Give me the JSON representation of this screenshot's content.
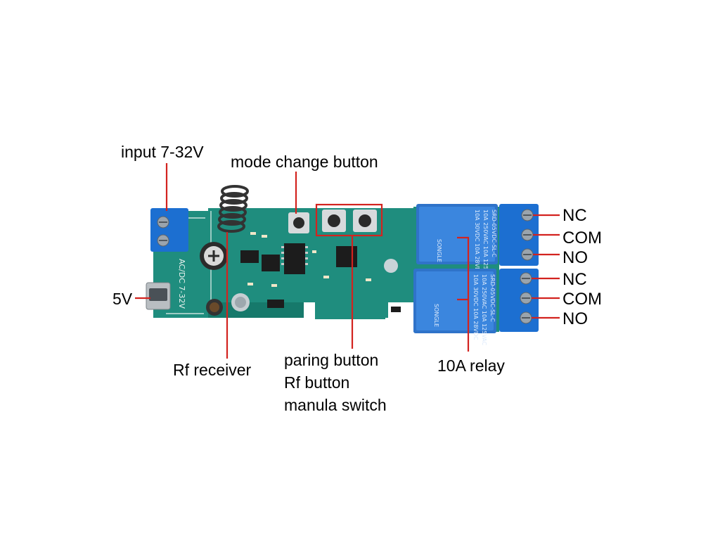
{
  "labels": {
    "input": "input 7-32V",
    "mode_change": "mode change button",
    "five_v": "5V",
    "rf_receiver": "Rf receiver",
    "paring_button": "paring button",
    "rf_button": "Rf button",
    "manual_switch": "manula switch",
    "relay": "10A relay",
    "relay1_nc": "NC",
    "relay1_com": "COM",
    "relay1_no": "NO",
    "relay2_nc": "NC",
    "relay2_com": "COM",
    "relay2_no": "NO"
  },
  "board_text": {
    "acdc": "AC/DC 7-32V",
    "relay_model": "SRD-05VDC-SL-C",
    "relay_rating_1": "10A 250VAC 10A 125VAC",
    "relay_rating_2": "10A 30VDC 10A 28VDC",
    "relay_brand": "SONGLE"
  },
  "colors": {
    "pcb": "#1f8d7e",
    "relay": "#2f73c9",
    "terminal": "#1c6fd1",
    "leader": "#d3231f"
  }
}
